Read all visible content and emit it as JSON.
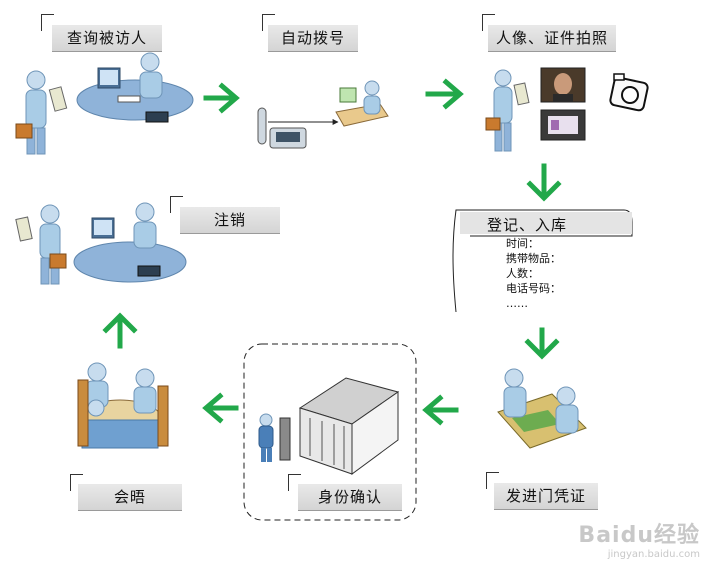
{
  "steps": {
    "query_visitor": "查询被访人",
    "auto_dial": "自动拨号",
    "photo_capture": "人像、证件拍照",
    "register": "登记、入库",
    "issue_pass": "发进门凭证",
    "identity_check": "身份确认",
    "meeting": "会晤",
    "logout": "注销"
  },
  "register_fields": [
    "时间：",
    "携带物品：",
    "人数：",
    "电话号码：",
    "……"
  ],
  "watermark": {
    "brand": "Baidu经验",
    "url": "jingyan.baidu.com"
  },
  "colors": {
    "arrow": "#22a84a",
    "skin": "#a9cce6",
    "desk": "#8fb3d9",
    "wood": "#c98c3e"
  }
}
